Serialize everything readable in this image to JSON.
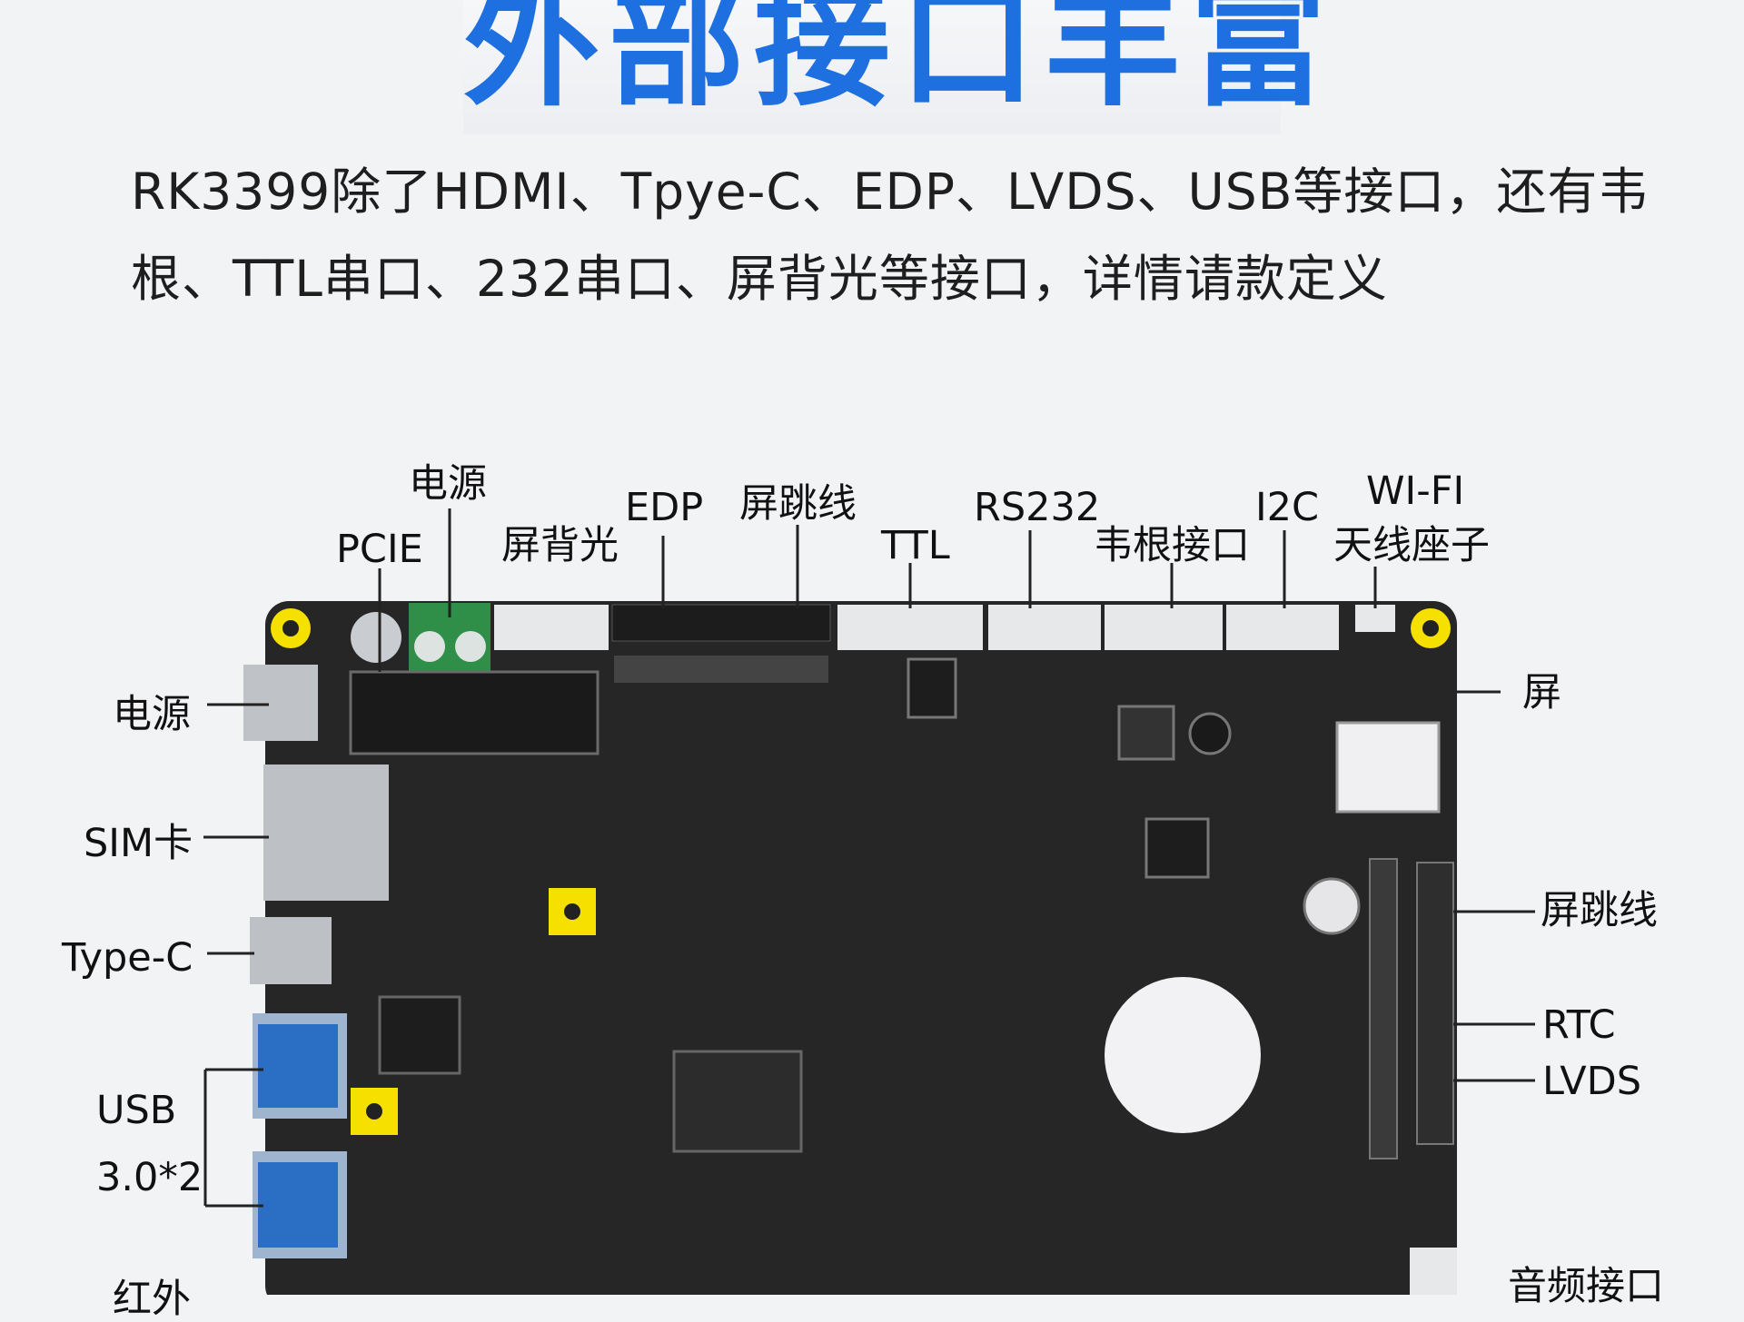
{
  "headline": "外部接口丰富",
  "description": {
    "line1": "RK3399除了HDMI、Tpye-C、EDP、LVDS、USB等接口，还有韦",
    "line2": "根、TTL串口、232串口、屏背光等接口，详情请款定义"
  },
  "labels": {
    "top": {
      "power": "电源",
      "pcie": "PCIE",
      "backlight": "屏背光",
      "edp": "EDP",
      "jumper": "屏跳线",
      "ttl": "TTL",
      "rs232": "RS232",
      "wiegand": "韦根接口",
      "i2c": "I2C",
      "wifi": "WI-FI",
      "antenna": "天线座子"
    },
    "left": {
      "power": "电源",
      "sim": "SIM卡",
      "typec": "Type-C",
      "usb_line1": "USB",
      "usb_line2": "3.0*2",
      "partial": "红外"
    },
    "right": {
      "screen": "屏",
      "jumper": "屏跳线",
      "rtc": "RTC",
      "lvds": "LVDS",
      "audio": "音频接口"
    }
  },
  "colors": {
    "headline": "#1e6fe0",
    "board": "#262626",
    "terminal": "#2f8f48",
    "marker": "#f5e000"
  }
}
